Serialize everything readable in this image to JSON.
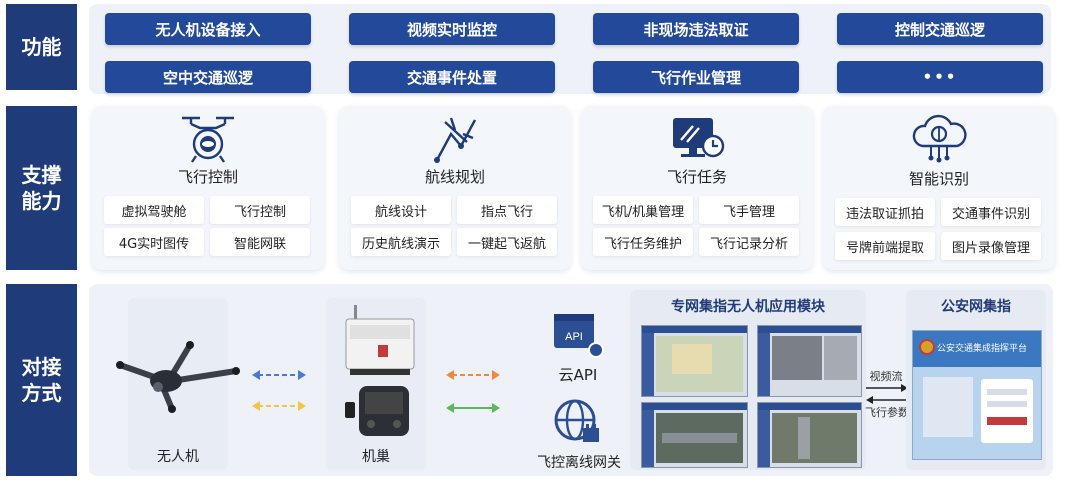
{
  "rows": {
    "functions": "功能",
    "support": "支撑能力",
    "access": "对接方式"
  },
  "functions": [
    "无人机设备接入",
    "视频实时监控",
    "非现场违法取证",
    "控制交通巡逻",
    "空中交通巡逻",
    "交通事件处置",
    "飞行作业管理",
    "•••"
  ],
  "capabilities": [
    {
      "title": "飞行控制",
      "icon": "drone-icon",
      "items": [
        "虚拟驾驶舱",
        "飞行控制",
        "4G实时图传",
        "智能网联"
      ]
    },
    {
      "title": "航线规划",
      "icon": "route-plan-icon",
      "items": [
        "航线设计",
        "指点飞行",
        "历史航线演示",
        "一键起飞返航"
      ]
    },
    {
      "title": "飞行任务",
      "icon": "monitor-clock-icon",
      "items": [
        "飞机/机巢管理",
        "飞手管理",
        "飞行任务维护",
        "飞行记录分析"
      ]
    },
    {
      "title": "智能识别",
      "icon": "ai-brain-cloud-icon",
      "items": [
        "违法取证抓拍",
        "交通事件识别",
        "号牌前端提取",
        "图片录像管理"
      ]
    }
  ],
  "access": {
    "drone_label": "无人机",
    "nest_label": "机巢",
    "cloud_api_label": "云API",
    "cloud_api_icon_text": "API",
    "gateway_label": "飞控离线网关",
    "module_title": "专网集指无人机应用模块",
    "police_title": "公安网集指",
    "video_stream": "视频流",
    "flight_params": "飞行参数",
    "police_screen_text": "公安交通集成指挥平台"
  },
  "colors": {
    "accent": "#1f3b7a",
    "button": "#22499a",
    "panel": "#eef2f8"
  }
}
